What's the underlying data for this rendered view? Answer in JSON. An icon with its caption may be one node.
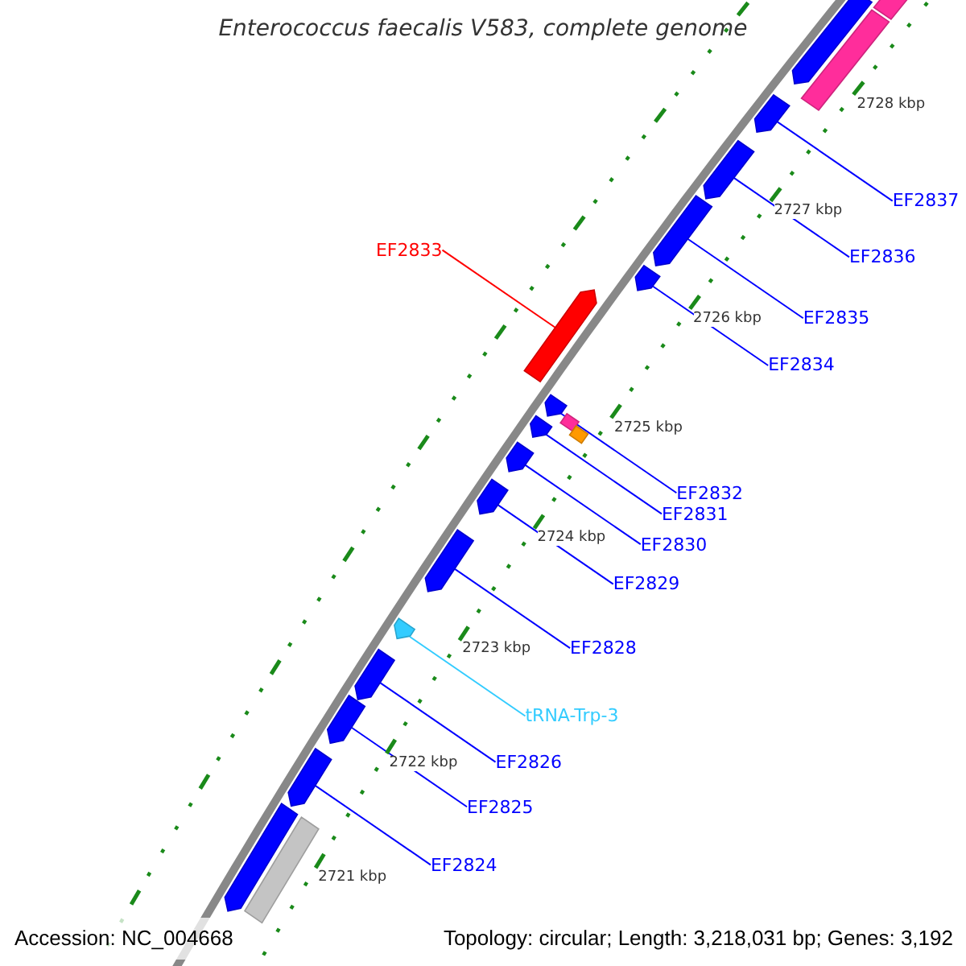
{
  "diagram": {
    "title": "Enterococcus faecalis V583, complete genome",
    "nodes": [
      {
        "text": [
          "EF2837"
        ]
      },
      {
        "text": [
          "EF2836"
        ]
      },
      {
        "text": [
          "EF2835"
        ]
      },
      {
        "text": [
          "EF2834"
        ]
      },
      {
        "text": [
          "EF2833"
        ]
      },
      {
        "text": [
          "EF2832"
        ]
      },
      {
        "text": [
          "EF2831"
        ]
      },
      {
        "text": [
          "EF2830"
        ]
      },
      {
        "text": [
          "EF2829"
        ]
      },
      {
        "text": [
          "EF2828"
        ]
      },
      {
        "text": [
          "tRNA-Trp-3"
        ]
      },
      {
        "text": [
          "EF2826"
        ]
      },
      {
        "text": [
          "EF2825"
        ]
      },
      {
        "text": [
          "EF2824"
        ]
      },
      {
        "text": [],
        "shape": "pentagon"
      },
      {
        "text": [],
        "shape": "box"
      },
      {
        "text": [],
        "shape": "box"
      },
      {
        "text": [],
        "shape": "pentagon"
      },
      {
        "text": [],
        "shape": "pentagon"
      },
      {
        "text": [],
        "shape": "pentagon"
      },
      {
        "text": [],
        "shape": "pentagon"
      },
      {
        "text": [],
        "shape": "pentagon"
      },
      {
        "text": [],
        "shape": "pentagon"
      },
      {
        "text": [],
        "shape": "box"
      },
      {
        "text": [],
        "shape": "box"
      },
      {
        "text": [],
        "shape": "pentagon"
      },
      {
        "text": [],
        "shape": "pentagon"
      },
      {
        "text": [],
        "shape": "pentagon"
      },
      {
        "text": [],
        "shape": "pentagon"
      },
      {
        "text": [],
        "shape": "pentagon"
      },
      {
        "text": [],
        "shape": "pentagon"
      },
      {
        "text": [],
        "shape": "pentagon"
      },
      {
        "text": [],
        "shape": "pentagon"
      },
      {
        "text": [],
        "shape": "pentagon"
      },
      {
        "text": [],
        "shape": "box"
      }
    ],
    "edges": [
      {
        "from": 0,
        "to": 17,
        "arrow": "none"
      },
      {
        "from": 1,
        "to": 18,
        "arrow": "none"
      },
      {
        "from": 2,
        "to": 19,
        "arrow": "none"
      },
      {
        "from": 3,
        "to": 20,
        "arrow": "none"
      },
      {
        "from": 4,
        "to": 21,
        "arrow": "none",
        "color": "#ff0000"
      },
      {
        "from": 5,
        "to": 22,
        "arrow": "none"
      },
      {
        "from": 6,
        "to": 25,
        "arrow": "none"
      },
      {
        "from": 7,
        "to": 26,
        "arrow": "none"
      },
      {
        "from": 8,
        "to": 27,
        "arrow": "none"
      },
      {
        "from": 9,
        "to": 28,
        "arrow": "none"
      },
      {
        "from": 10,
        "to": 29,
        "arrow": "none",
        "color": "#33ccff"
      },
      {
        "from": 11,
        "to": 30,
        "arrow": "none"
      },
      {
        "from": 12,
        "to": 31,
        "arrow": "none"
      },
      {
        "from": 13,
        "to": 32,
        "arrow": "none"
      }
    ],
    "labels": [
      "2728 kbp",
      "2727 kbp",
      "2726 kbp",
      "2725 kbp",
      "2724 kbp",
      "2723 kbp",
      "2722 kbp",
      "2721 kbp",
      "Accession: NC_004668",
      "Topology: circular; Length: 3,218,031 bp; Genes: 3,192"
    ]
  }
}
